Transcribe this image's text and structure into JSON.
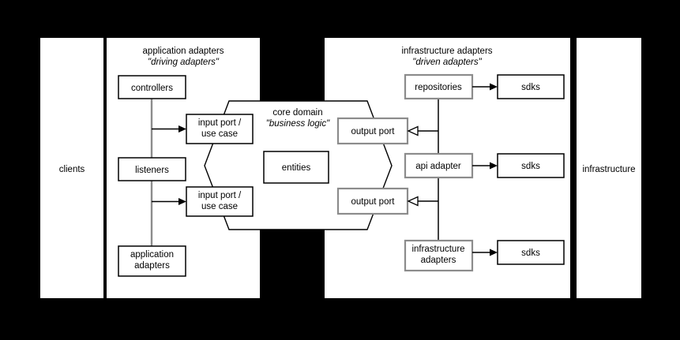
{
  "diagram": {
    "title_semantic": "hexagonal-architecture-ports-and-adapters",
    "background_color": "#000000",
    "panel_fill": "#ffffff",
    "accent_gray": "#8c8c8c",
    "accent_black": "#000000"
  },
  "panels": {
    "clients": {
      "label": "clients"
    },
    "application_adapters": {
      "title": "application adapters",
      "subtitle": "\"driving adapters\""
    },
    "infrastructure_adapters": {
      "title": "infrastructure adapters",
      "subtitle": "\"driven adapters\""
    },
    "infrastructure": {
      "label": "infrastructure"
    }
  },
  "core": {
    "title": "core domain",
    "subtitle": "\"business logic\"",
    "entities": {
      "label": "entities"
    },
    "input_ports": [
      {
        "line1": "input port /",
        "line2": "use case"
      },
      {
        "line1": "input port /",
        "line2": "use case"
      }
    ],
    "output_ports": [
      {
        "label": "output port"
      },
      {
        "label": "output port"
      }
    ]
  },
  "driving_adapters": [
    {
      "line1": "controllers",
      "line2": ""
    },
    {
      "line1": "listeners",
      "line2": ""
    },
    {
      "line1": "application",
      "line2": "adapters"
    }
  ],
  "driven_adapters": [
    {
      "line1": "repositories",
      "line2": ""
    },
    {
      "line1": "api adapter",
      "line2": ""
    },
    {
      "line1": "infrastructure",
      "line2": "adapters"
    }
  ],
  "sdks": [
    {
      "label": "sdks"
    },
    {
      "label": "sdks"
    },
    {
      "label": "sdks"
    }
  ]
}
